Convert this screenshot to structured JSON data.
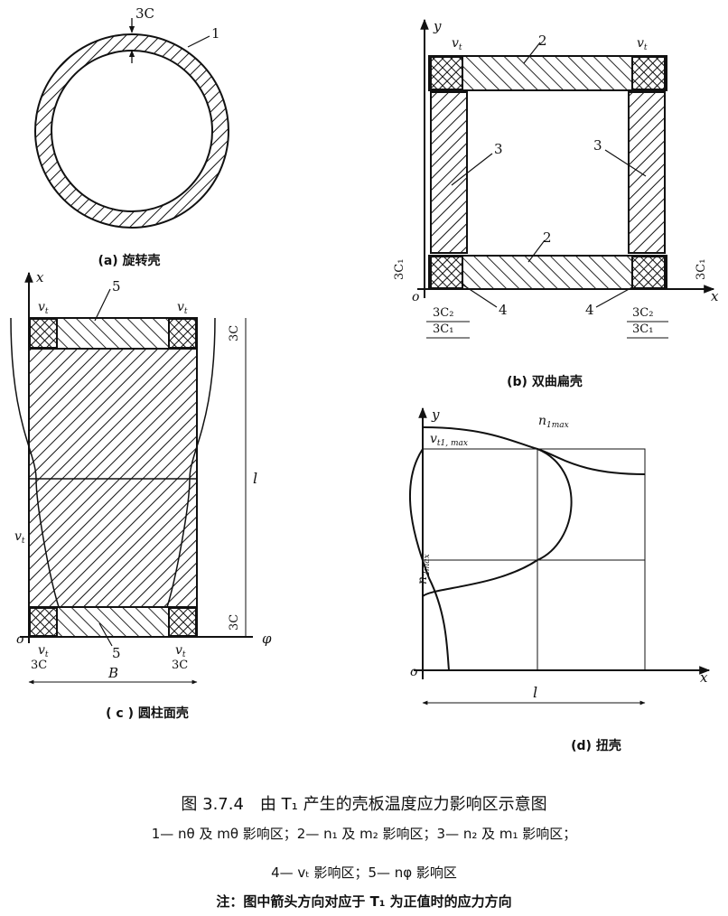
{
  "panel_a": {
    "caption": "(a) 旋转壳",
    "load_label": "3C",
    "zone_label": "1"
  },
  "panel_b": {
    "caption": "(b) 双曲扁壳",
    "axis_y": "y",
    "axis_x": "x",
    "origin": "o",
    "v_label": "v",
    "v_sub": "t",
    "zone_2": "2",
    "zone_3": "3",
    "zone_4": "4",
    "dim_3c1": "3C₁",
    "dim_3c2": "3C₂"
  },
  "panel_c": {
    "caption": "( c ) 圆柱面壳",
    "axis_x": "x",
    "axis_phi": "φ",
    "origin": "o",
    "v_label": "v",
    "v_sub": "t",
    "zone_5": "5",
    "dim_3c": "3C",
    "width_label": "B",
    "length_label": "l"
  },
  "panel_d": {
    "caption": "(d) 扭壳",
    "axis_y": "y",
    "axis_x": "x",
    "origin": "o",
    "v_max_label": "v",
    "v_max_sub": "t1, max",
    "n1_label": "n",
    "n1_sub": "1max",
    "n2_label": "n",
    "n2_sub": "2max",
    "length_label": "l"
  },
  "figure": {
    "title": "图 3.7.4　由 T₁ 产生的壳板温度应力影响区示意图",
    "legend_line1": "1— nθ 及 mθ 影响区；2— n₁ 及 m₂ 影响区；3— n₂ 及 m₁ 影响区；",
    "legend_line2": "4— vₜ 影响区；5— nφ 影响区",
    "note": "注：图中箭头方向对应于 T₁ 为正值时的应力方向"
  }
}
